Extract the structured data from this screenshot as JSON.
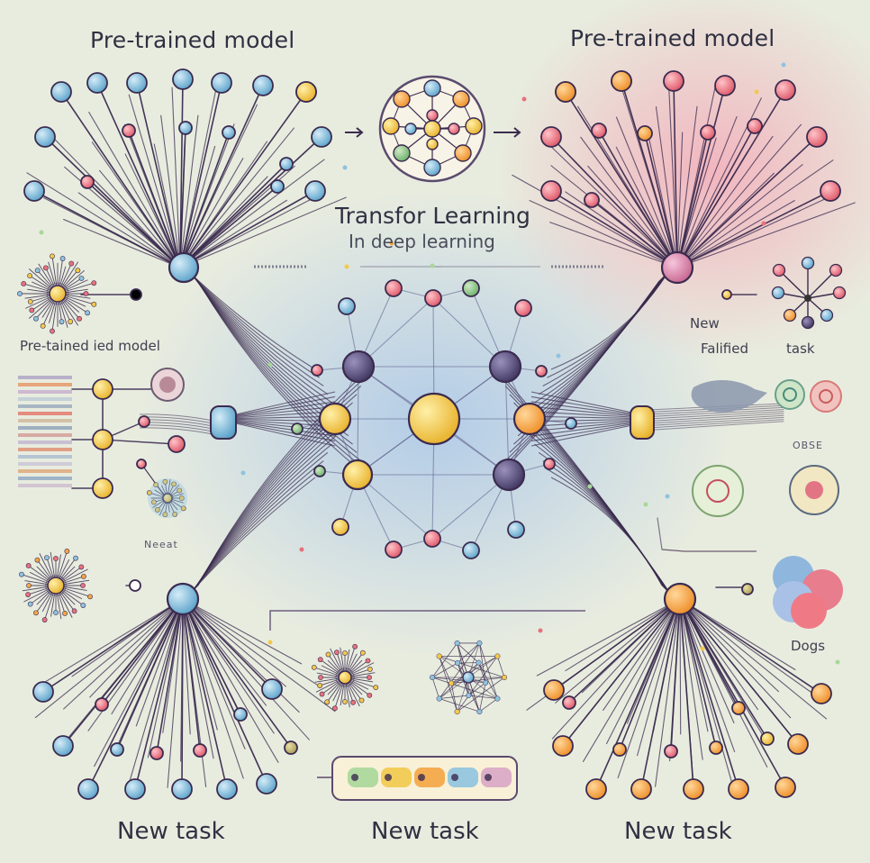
{
  "labels": {
    "title_left": "Pre-trained model",
    "title_right": "Pre-trained model",
    "center_title": "Transfor Learning",
    "center_subtitle": "In deep learning",
    "left_mid_label": "Pre-tained ied model",
    "left_small_label": "Neeat",
    "right_new": "New",
    "right_falified": "Falified",
    "right_task": "task",
    "right_obse": "OBSE",
    "right_dogs": "Dogs",
    "bottom_left_task": "New task",
    "bottom_center_task": "New task",
    "bottom_right_task": "New task"
  },
  "icons": {
    "arrow_left": "arrow-right-icon",
    "arrow_right": "arrow-right-icon",
    "feature_bars": "feature-bars-icon",
    "fish_shape": "fish-shape-icon",
    "clover_shape": "clover-icon",
    "mini_network": "network-icon"
  },
  "colors": {
    "background": "#e8ecdf",
    "line_dark": "#3b2b4f",
    "node_blue": "#8fc3df",
    "node_pink": "#e8717d",
    "node_orange": "#f4a544",
    "node_yellow": "#f2c94c",
    "node_navy": "#4f4670",
    "center_glow": "#a9c6e9",
    "right_glow": "#f5a3b4"
  }
}
